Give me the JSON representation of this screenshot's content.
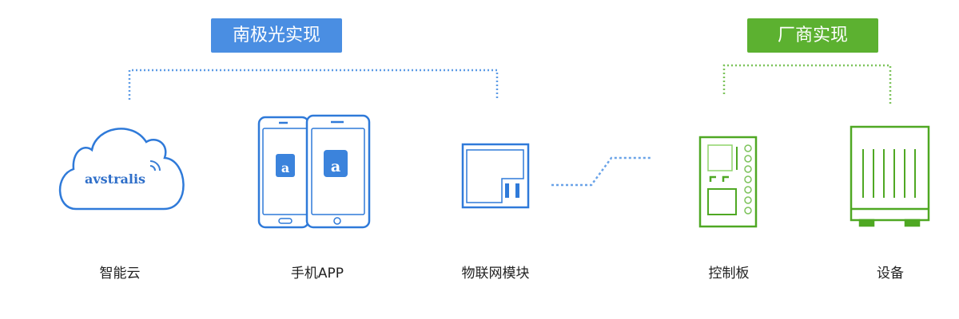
{
  "groups": {
    "aurora": "南极光实现",
    "vendor": "厂商实现"
  },
  "logo_text": "avstralis",
  "app_icon_letter": "a",
  "captions": [
    "智能云",
    "手机APP",
    "物联网模块",
    "控制板",
    "设备"
  ],
  "colors": {
    "blue": "#4a8ee2",
    "green": "#5cb130"
  }
}
